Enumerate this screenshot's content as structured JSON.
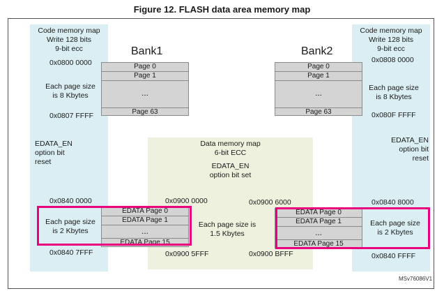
{
  "figure_title": "Figure 12. FLASH data area memory map",
  "footer_id": "MSv76086V1",
  "left": {
    "header": [
      "Code memory map",
      "Write 128 bits",
      "9-bit ecc"
    ],
    "bank_label": "Bank1",
    "addr_start": "0x0800 0000",
    "page_size_code": [
      "Each page size",
      "is 8 Kbytes"
    ],
    "addr_code_end": "0x0807 FFFF",
    "edata_en": [
      "EDATA_EN",
      "option bit",
      "reset"
    ],
    "addr_data_start": "0x0840 0000",
    "page_size_data": [
      "Each page size",
      "is 2 Kbytes"
    ],
    "addr_data_end": "0x0840 7FFF",
    "code_pages": [
      "Page 0",
      "Page 1",
      "...",
      "Page 63"
    ],
    "edata_pages": [
      "EDATA Page 0",
      "EDATA Page 1",
      "...",
      "EDATA Page 15"
    ]
  },
  "center": {
    "header": [
      "Data  memory map",
      "6-bit ECC"
    ],
    "edata_en": [
      "EDATA_EN",
      "option bit set"
    ],
    "addr_start_left": "0x0900 0000",
    "addr_start_right": "0x0900 6000",
    "page_size": [
      "Each page size is",
      "1.5 Kbytes"
    ],
    "addr_end_left": "0x0900 5FFF",
    "addr_end_right": "0x0900 BFFF"
  },
  "right": {
    "header": [
      "Code memory map",
      "Write 128 bits",
      "9-bit ecc"
    ],
    "bank_label": "Bank2",
    "addr_start": "0x0808 0000",
    "page_size_code": [
      "Each page size",
      "is 8 Kbytes"
    ],
    "addr_code_end": "0x080F FFFF",
    "edata_en": [
      "EDATA_EN",
      "option bit",
      "reset"
    ],
    "addr_data_start": "0x0840 8000",
    "page_size_data": [
      "Each page size",
      "is 2 Kbytes"
    ],
    "addr_data_end": "0x0840 FFFF",
    "code_pages": [
      "Page 0",
      "Page 1",
      "...",
      "Page 63"
    ],
    "edata_pages": [
      "EDATA Page 0",
      "EDATA Page 1",
      "...",
      "EDATA Page 15"
    ]
  }
}
